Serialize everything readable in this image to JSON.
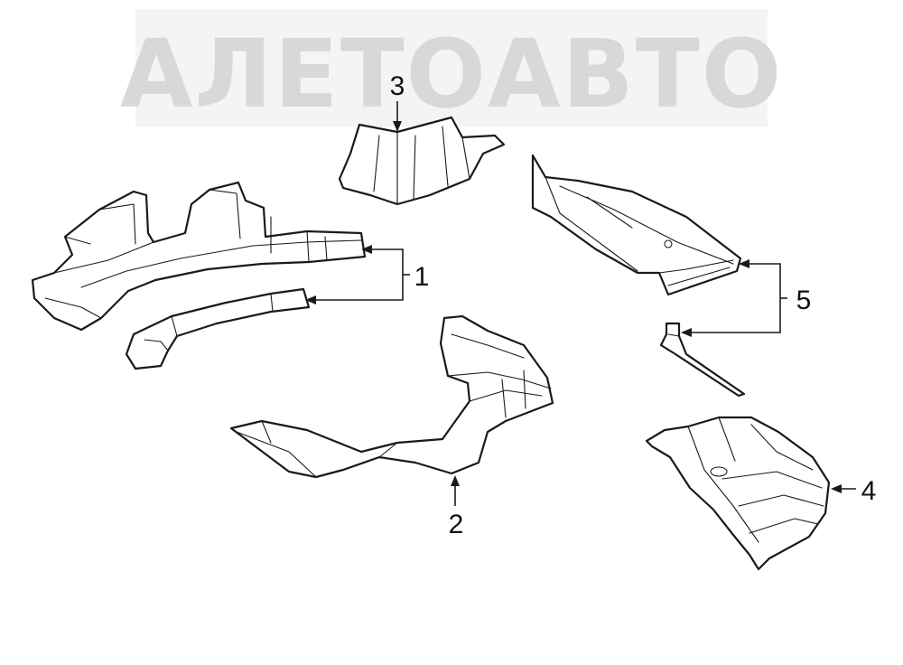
{
  "watermark": {
    "text": "АЛЕТОАВТО",
    "color": "#d4d4d4"
  },
  "callouts": [
    "1",
    "2",
    "3",
    "4",
    "5"
  ],
  "colors": {
    "line": "#1a1a1a",
    "background": "#ffffff"
  }
}
